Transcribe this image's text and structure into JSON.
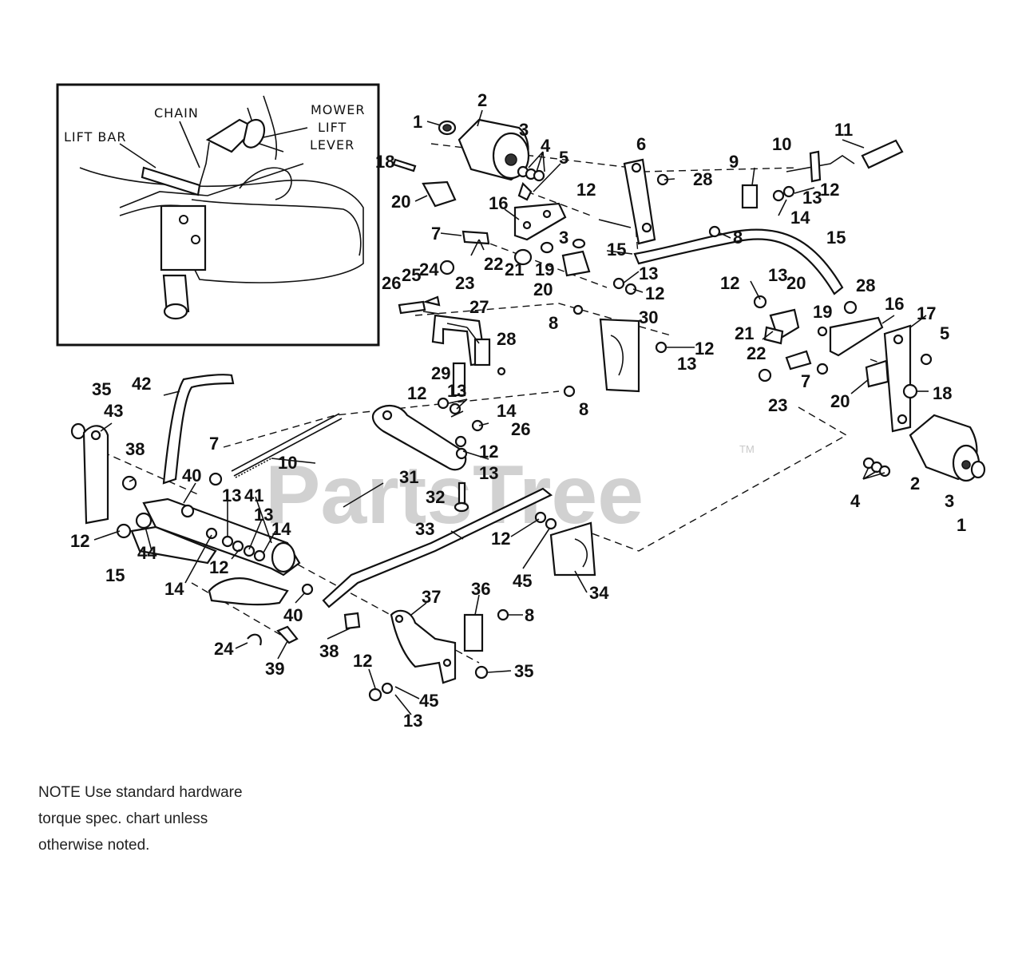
{
  "inset": {
    "labels": [
      "CHAIN",
      "MOWER",
      "LIFT",
      "LEVER",
      "LIFT BAR"
    ]
  },
  "watermark": {
    "text": "PartsTree",
    "mark": "TM"
  },
  "callouts": [
    "1",
    "2",
    "3",
    "4",
    "5",
    "18",
    "20",
    "7",
    "16",
    "22",
    "23",
    "21",
    "12",
    "3",
    "19",
    "20",
    "6",
    "28",
    "9",
    "10",
    "13",
    "12",
    "14",
    "11",
    "8",
    "15",
    "15",
    "13",
    "12",
    "26",
    "25",
    "24",
    "27",
    "8",
    "28",
    "30",
    "29",
    "12",
    "13",
    "14",
    "26",
    "12",
    "13",
    "31",
    "32",
    "12",
    "13",
    "20",
    "19",
    "28",
    "16",
    "17",
    "5",
    "21",
    "22",
    "7",
    "23",
    "20",
    "18",
    "12",
    "13",
    "8",
    "35",
    "43",
    "42",
    "38",
    "7",
    "40",
    "10",
    "12",
    "15",
    "44",
    "14",
    "13",
    "41",
    "13",
    "14",
    "12",
    "40",
    "33",
    "12",
    "45",
    "34",
    "37",
    "36",
    "8",
    "38",
    "24",
    "39",
    "12",
    "45",
    "13",
    "35",
    "2",
    "3",
    "1",
    "4"
  ],
  "note": {
    "lines": [
      "NOTE  Use standard hardware",
      "torque spec. chart unless",
      "otherwise noted."
    ]
  }
}
